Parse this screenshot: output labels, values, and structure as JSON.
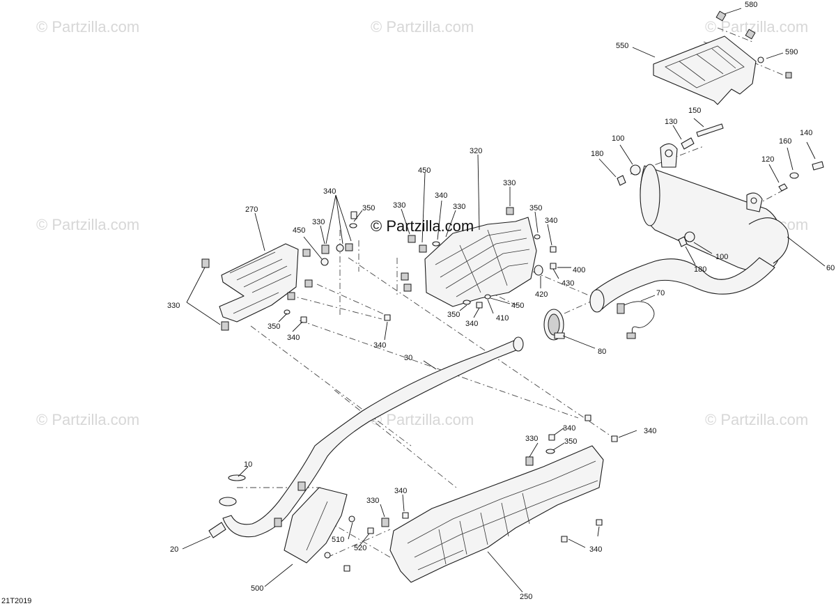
{
  "diagram_id": "21T2019",
  "watermark": "© Partzilla.com",
  "watermark_center": "© Partzilla.com",
  "callouts": {
    "c580": "580",
    "c550": "550",
    "c590": "590",
    "c150": "150",
    "c130": "130",
    "c100a": "100",
    "c180a": "180",
    "c160": "160",
    "c140": "140",
    "c120": "120",
    "c100b": "100",
    "c180b": "180",
    "c60": "60",
    "c320": "320",
    "c450a": "450",
    "c340a": "340",
    "c330a": "330",
    "c330b": "330",
    "c350a": "350",
    "c330c": "330",
    "c340b": "340",
    "c400": "400",
    "c420": "420",
    "c430": "430",
    "c450b": "450",
    "c350b": "350",
    "c340c": "340",
    "c410": "410",
    "c70": "70",
    "c80": "80",
    "c340d": "340",
    "c350c": "350",
    "c270": "270",
    "c330d": "330",
    "c450c": "450",
    "c330e": "330",
    "c350d": "350",
    "c340e": "340",
    "c340f": "340",
    "c30": "30",
    "c340g": "340",
    "c340h": "340",
    "c330f": "330",
    "c350e": "350",
    "c10": "10",
    "c20": "20",
    "c510": "510",
    "c520": "520",
    "c500": "500",
    "c330g": "330",
    "c340i": "340",
    "c340j": "340",
    "c250": "250"
  }
}
